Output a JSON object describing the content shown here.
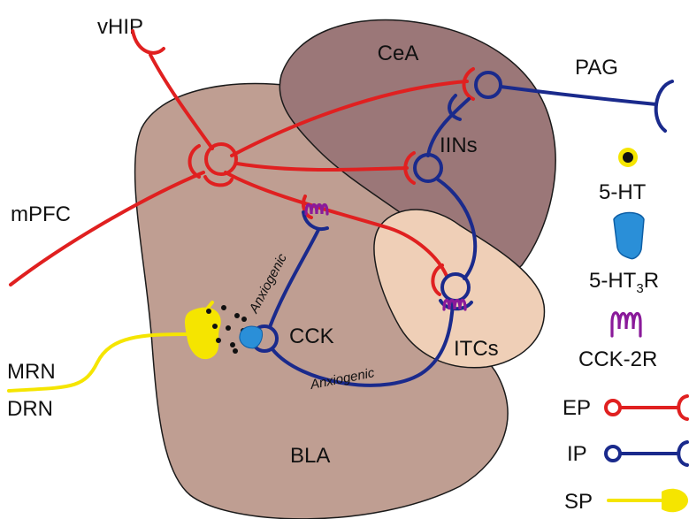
{
  "regions": {
    "cea": "CeA",
    "bla": "BLA",
    "itcs": "ITCs",
    "iins": "IINs"
  },
  "inputs": {
    "vhip": "vHIP",
    "mpfc": "mPFC",
    "pag": "PAG",
    "mrn": "MRN",
    "drn": "DRN"
  },
  "cells": {
    "cck": "CCK"
  },
  "pathway_labels": {
    "anxiogenic_upper": "Anxiogenic",
    "anxiogenic_lower": "Anxiogenic"
  },
  "legend": {
    "serotonin": "5-HT",
    "receptor_5ht3_main": "5-HT",
    "receptor_5ht3_sub": "3",
    "receptor_5ht3_suffix": "R",
    "cck2r": "CCK-2R",
    "ep": "EP",
    "ip": "IP",
    "sp": "SP"
  },
  "colors": {
    "excitatory": "#e02020",
    "inhibitory": "#1a2a8c",
    "serotonergic": "#f5e500",
    "cea_fill": "#9b7778",
    "bla_fill": "#bf9e92",
    "itc_fill": "#efcfb7",
    "receptor_5ht3": "#2a8fd8",
    "cck2r": "#8a1a9a"
  }
}
